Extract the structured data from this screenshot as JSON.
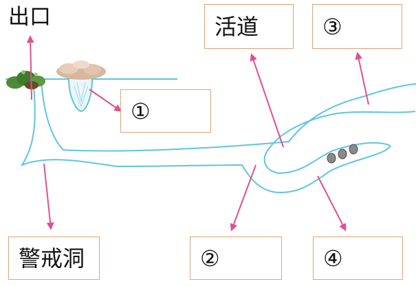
{
  "labels": {
    "exit": "出口",
    "guard_cave": "警戒洞",
    "live_tunnel": "活道",
    "blank_1": "①",
    "blank_2": "②",
    "blank_3": "③",
    "blank_4": "④"
  },
  "colors": {
    "tunnel_line": "#5cc6dc",
    "arrow": "#e0508c",
    "box_border": "#e0a27a",
    "grass": "#4f8a3a",
    "mound": "#d9b79e",
    "text": "#111111"
  },
  "icons": [
    "grass-clump-icon",
    "soil-mound-icon",
    "eggs-icon"
  ]
}
